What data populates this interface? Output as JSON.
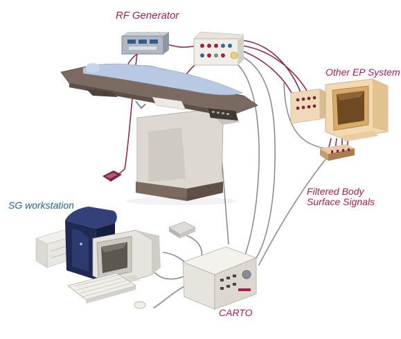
{
  "labels": {
    "rf_generator": "RF Generator",
    "other_ep_system": "Other EP System",
    "filtered_line1": "Filtered Body",
    "filtered_line2": "Surface Signals",
    "sg_workstation": "SG workstation",
    "carto": "CARTO"
  },
  "colors": {
    "label_red": "#a3204a",
    "label_blue": "#1f5f95",
    "cable_red": "#8e2a4c",
    "cable_gray": "#8a8d92",
    "table_top": "#7a6a62",
    "table_base": "#6d5c52",
    "equipment_light": "#e9e6df",
    "workstation_dark": "#1e2a55",
    "patient_sheet": "#b9c9e4"
  },
  "icons": {
    "rf_generator": "rf-generator-icon",
    "junction_box": "junction-box-icon",
    "ep_monitor": "ep-monitor-icon",
    "signal_filter": "signal-filter-icon",
    "carto_console": "carto-console-icon",
    "workstation_tower": "workstation-tower-icon",
    "crt_monitor": "crt-monitor-icon",
    "keyboard": "keyboard-icon",
    "mouse": "mouse-icon",
    "foot_pedal": "foot-pedal-icon"
  }
}
